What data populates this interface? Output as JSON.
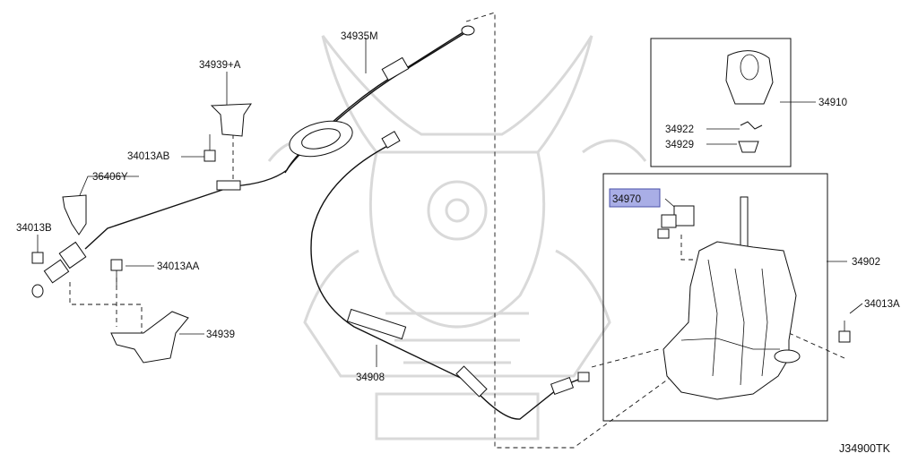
{
  "diagram": {
    "code": "J34900TK",
    "highlight_color": "#a9aee6",
    "labels": {
      "p34935M": "34935M",
      "p34939A": "34939+A",
      "p34013AB": "34013AB",
      "p36406Y": "36406Y",
      "p34013B": "34013B",
      "p34013AA": "34013AA",
      "p34939": "34939",
      "p34908": "34908",
      "p34910": "34910",
      "p34922": "34922",
      "p34929": "34929",
      "p34970": "34970",
      "p34902": "34902",
      "p34013A": "34013A"
    }
  }
}
